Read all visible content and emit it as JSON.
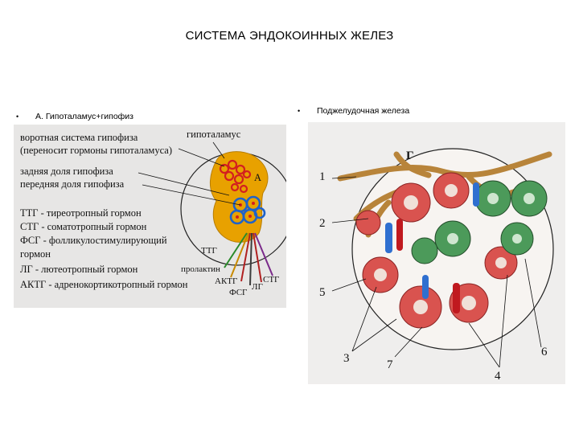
{
  "slide": {
    "title": "СИСТЕМА ЭНДОКОИННЫХ ЖЕЛЕЗ"
  },
  "bullets": {
    "dot": "•",
    "left": "А. Гипоталамус+гипофиз",
    "right": "Поджелудочная железа"
  },
  "figure_left": {
    "labels": {
      "portal": "воротная система гипофиза",
      "portal_note": "(переносит гормоны гипоталамуса)",
      "posterior": "задняя доля гипофиза",
      "anterior": "передняя доля гипофиза",
      "ttg": "ТТГ - тиреотропный гормон",
      "stg": "СТГ - соматотропный гормон",
      "fsg": "ФСГ - фолликулостимулирующий",
      "fsg_cont": "гормон",
      "lg": "ЛГ - лютеотропный гормон",
      "aktg": "АКТГ - адренокортикотропный гормон",
      "hypothalamus": "гипоталамус",
      "letter_a": "А",
      "arrow_ttg": "ТТГ",
      "arrow_prolactin": "пролактин",
      "arrow_aktg": "АКТГ",
      "arrow_fsg": "ФСГ",
      "arrow_lg": "ЛГ",
      "arrow_stg": "СТГ"
    }
  },
  "figure_right": {
    "letter_g": "Г",
    "numbers": [
      "1",
      "2",
      "5",
      "3",
      "7",
      "4",
      "6"
    ]
  },
  "colors": {
    "tissue_red": "#d9534f",
    "tissue_green": "#4c9a5a",
    "vessel_blue": "#2f6fd0",
    "gland_orange": "#e8a100",
    "branch_brown": "#b8843a"
  }
}
